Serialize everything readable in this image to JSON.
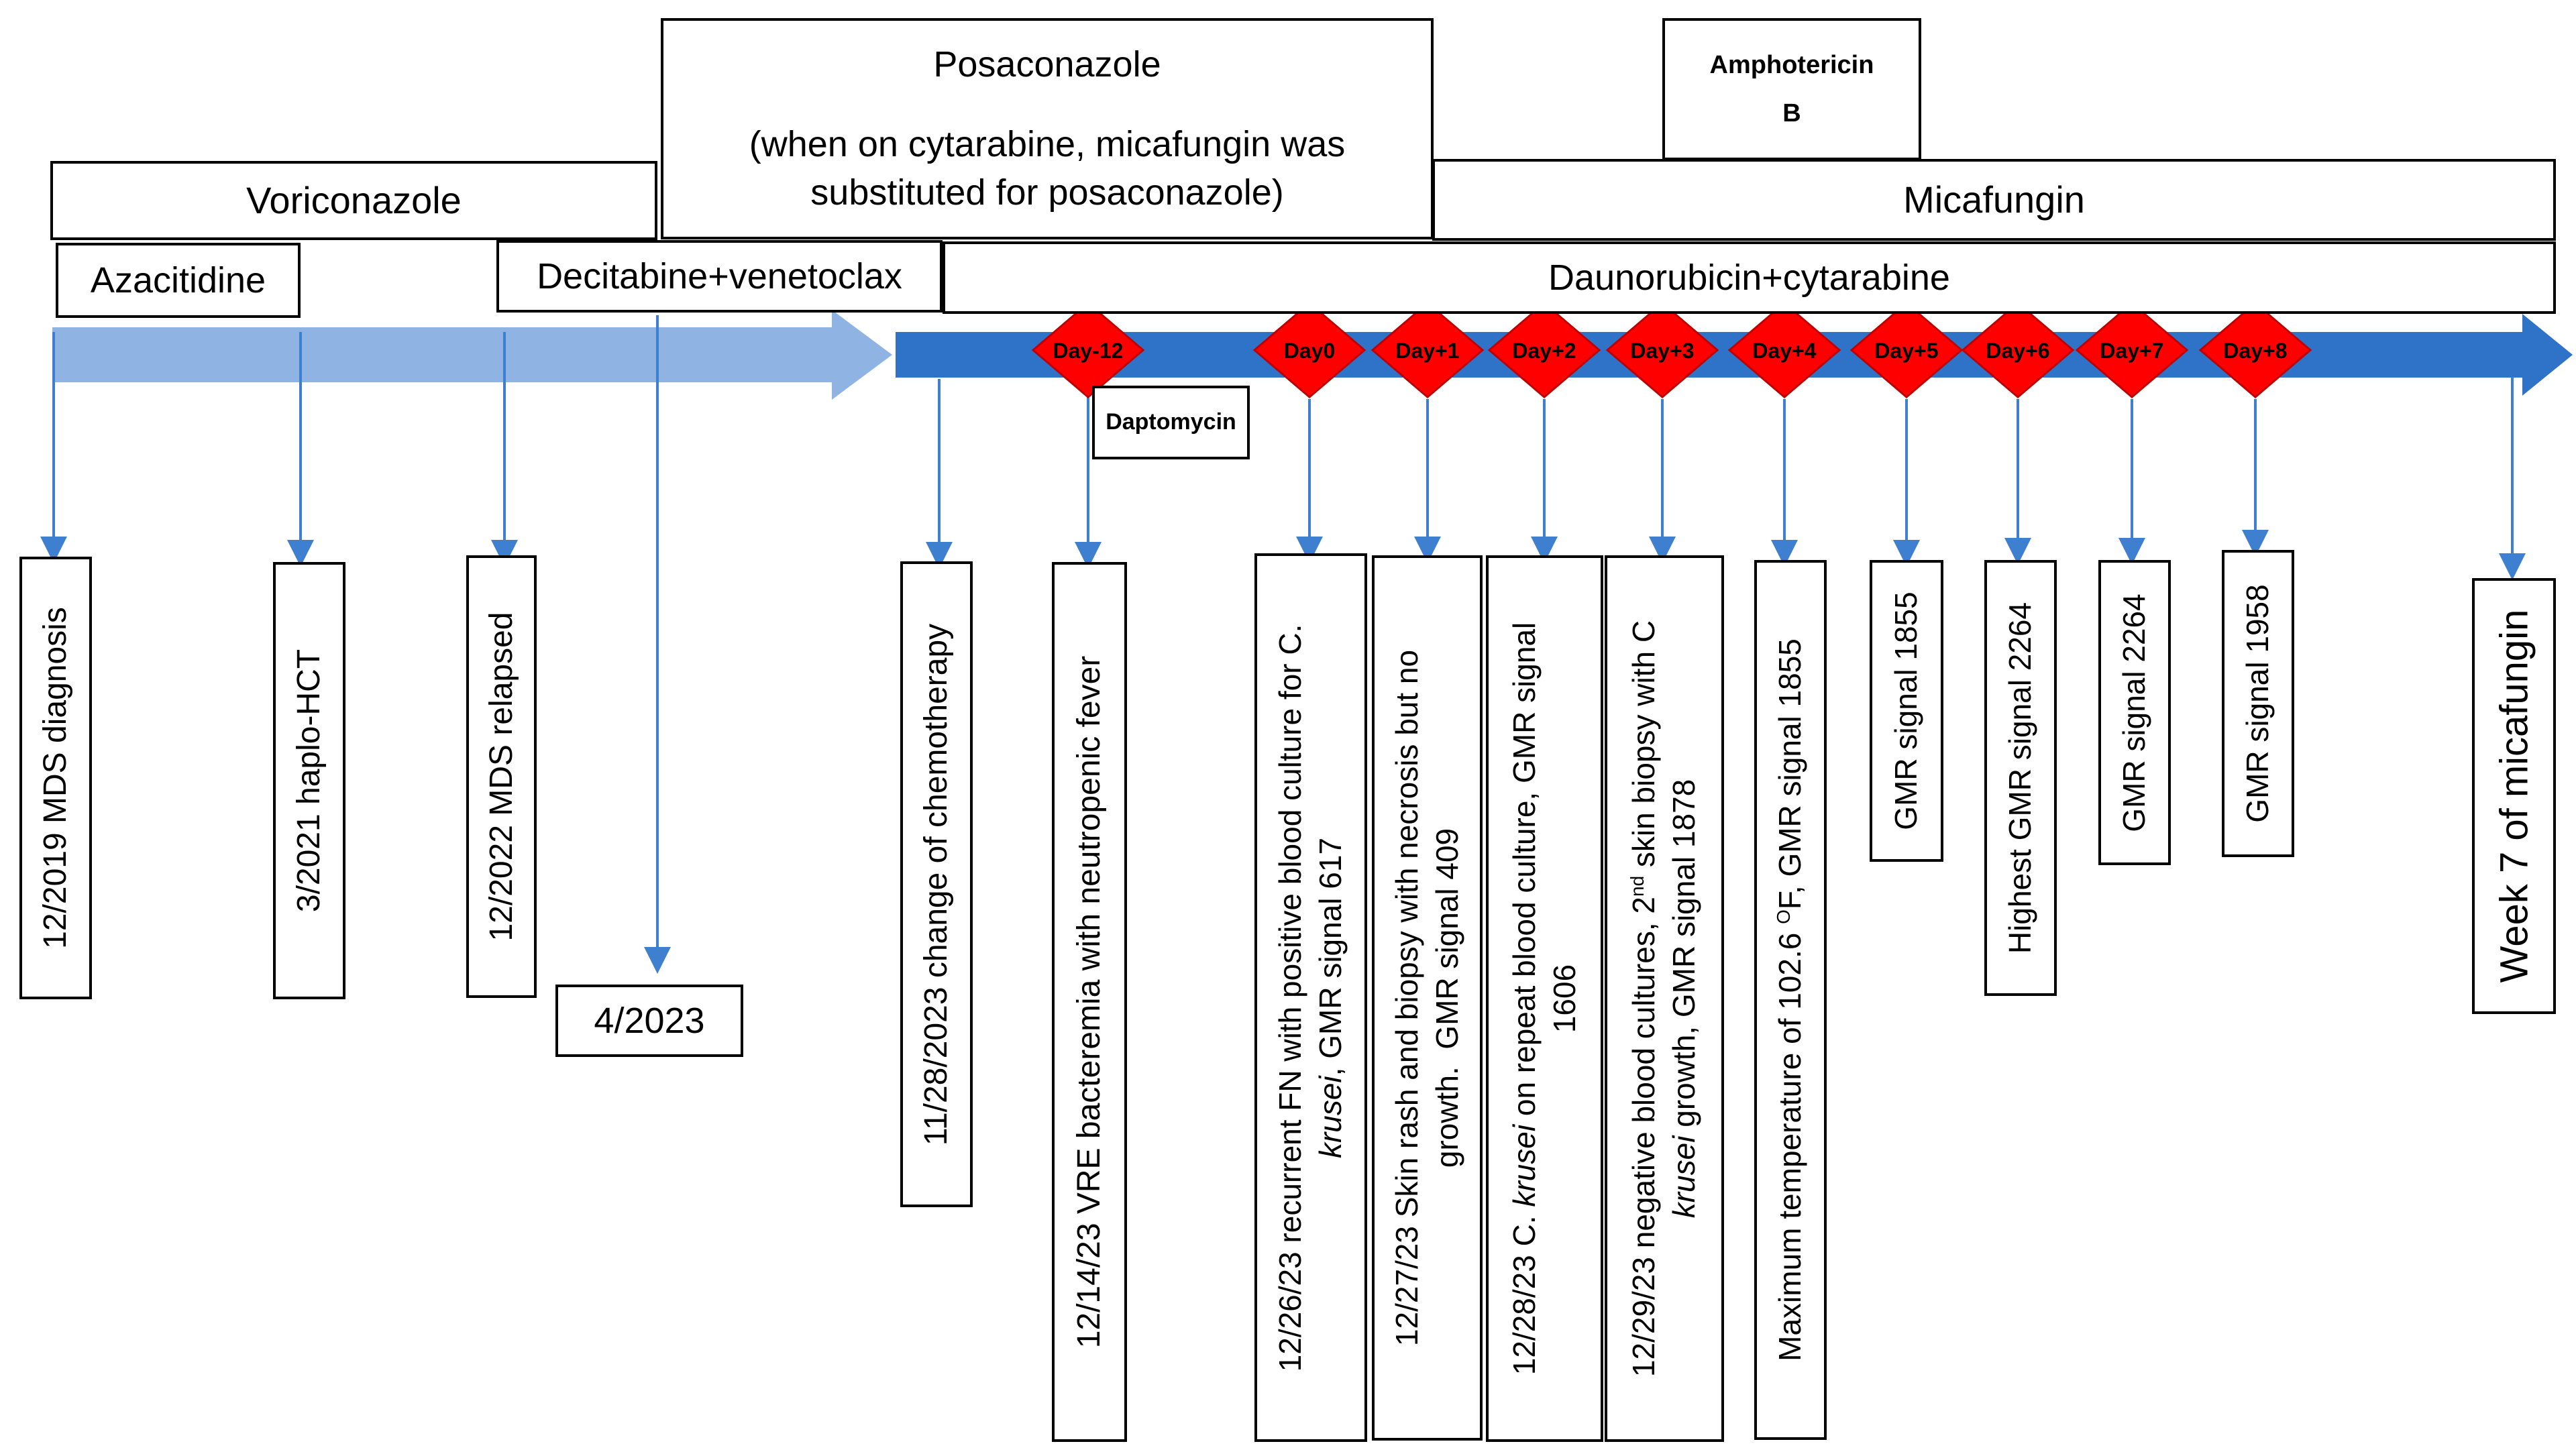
{
  "drugs": {
    "voriconazole": "Voriconazole",
    "posaconazole_title": "Posaconazole",
    "posaconazole_note": "(when on cytarabine, micafungin was substituted for posaconazole)",
    "amphotericin": "Amphotericin B",
    "micafungin": "Micafungin",
    "azacitidine": "Azacitidine",
    "decitabine": "Decitabine+venetoclax",
    "daunorubicin": "Daunorubicin+cytarabine",
    "daptomycin": "Daptomycin"
  },
  "days": [
    "Day-12",
    "Day0",
    "Day+1",
    "Day+2",
    "Day+3",
    "Day+4",
    "Day+5",
    "Day+6",
    "Day+7",
    "Day+8"
  ],
  "events": [
    "12/2019 MDS diagnosis",
    "3/2021 haplo-HCT",
    "12/2022 MDS relapsed",
    "4/2023",
    "11/28/2023 change of chemotherapy",
    "12/14/23 VRE bacteremia with neutropenic fever",
    {
      "l1_a": "12/26/23 recurrent FN with positive blood culture for C.",
      "l2_i": "krusei",
      "l2_b": ", GMR signal 617"
    },
    {
      "l1": "12/27/23 Skin rash and biopsy with necrosis but no",
      "l2": "growth.  GMR signal 409"
    },
    {
      "l1_a": "12/28/23 C. ",
      "l1_i": "krusei",
      "l1_b": " on repeat blood culture, GMR signal",
      "l2": "1606"
    },
    {
      "l1_a": "12/29/23 negative blood cultures, 2",
      "l1_sup": "nd",
      "l1_b": " skin biopsy with C",
      "l2_i": "krusei",
      "l2_b": " growth, GMR signal 1878"
    },
    {
      "a": "Maximum temperature of 102.6 ",
      "sup": "O",
      "b": "F, GMR signal 1855"
    },
    "GMR signal 1855",
    "Highest GMR signal 2264",
    "GMR signal 2264",
    "GMR signal 1958",
    "Week 7 of micafungin"
  ],
  "colors": {
    "pre_arrow": "#8fb4e3",
    "main_arrow": "#2e73c8",
    "diamond": "#ff0000",
    "connector": "#3f7fd0",
    "border": "#000000"
  }
}
